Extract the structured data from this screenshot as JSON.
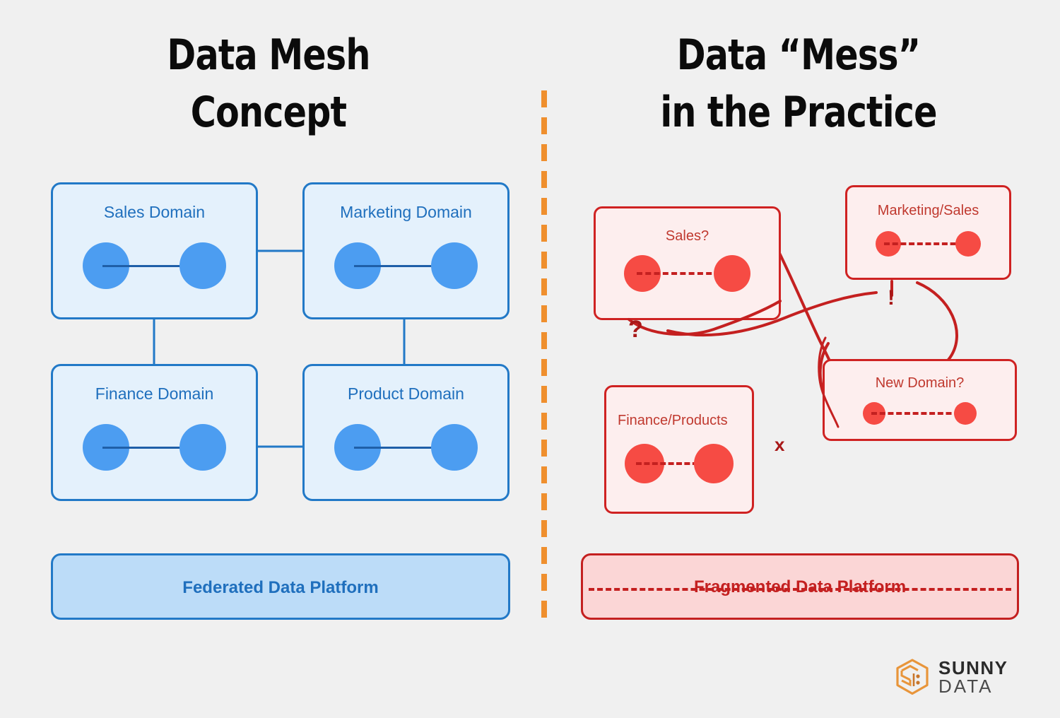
{
  "background_color": "#f0f0f0",
  "panels": {
    "left": {
      "title_lines": [
        "Data Mesh",
        "Concept"
      ],
      "accent_color": "#2279c7",
      "box_fill": "#e4f1fc",
      "node_color": "#4c9df1",
      "boxes": [
        {
          "label": "Sales Domain"
        },
        {
          "label": "Marketing Domain"
        },
        {
          "label": "Finance Domain"
        },
        {
          "label": "Product Domain"
        }
      ],
      "platform": {
        "label": "Federated Data Platform",
        "fill": "#bcdcf8"
      }
    },
    "right": {
      "title_lines": [
        "Data “Mess”",
        "in the Practice"
      ],
      "accent_color": "#cf2222",
      "box_fill": "#fdeeee",
      "node_color": "#f64b44",
      "boxes": [
        {
          "label": "Sales?"
        },
        {
          "label": "Marketing/Sales"
        },
        {
          "label": "Finance/Products"
        },
        {
          "label": "New Domain?"
        }
      ],
      "platform": {
        "label": "Fragmented Data Platform",
        "fill": "#fbd6d6"
      },
      "marks": {
        "question": "?",
        "exclaim": "!",
        "cross": "x"
      }
    }
  },
  "divider": {
    "color": "#ef8f2e",
    "style": "dashed-vertical"
  },
  "logo": {
    "word_top": "SUNNY",
    "word_bottom": "DATA",
    "mark_color": "#e8953a"
  }
}
